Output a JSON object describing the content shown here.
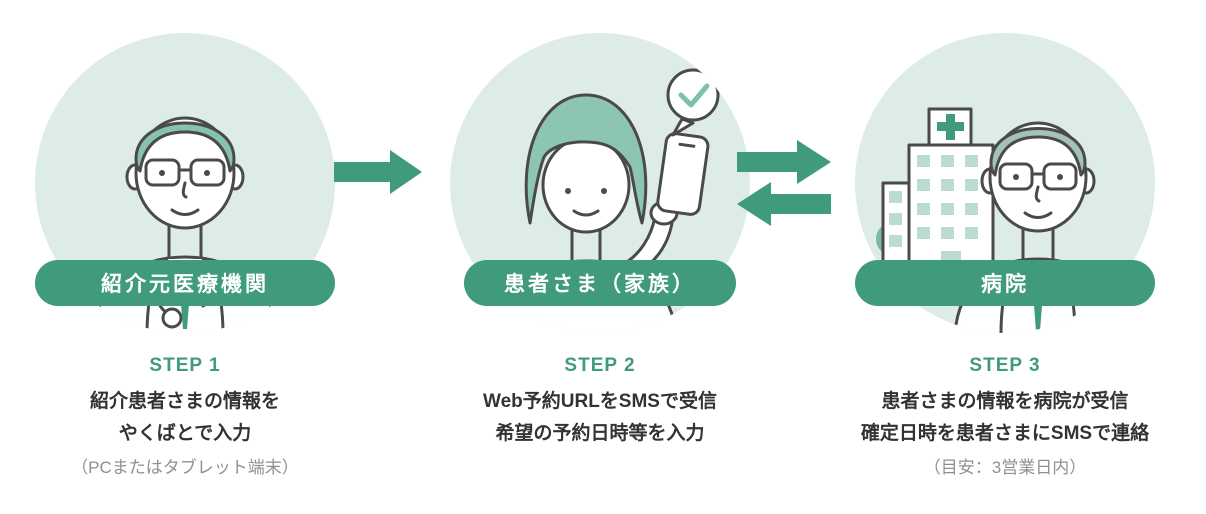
{
  "colors": {
    "accent_green": "#3f9b7c",
    "circle_background": "#ddece6",
    "body_text": "#333333",
    "muted_text": "#909090"
  },
  "steps": [
    {
      "pill": "紹介元医療機関",
      "step": "STEP 1",
      "line1": "紹介患者さまの情報を",
      "line2": "やくばとで入力",
      "note": "（PCまたはタブレット端末）",
      "illustration": "doctor-illustration"
    },
    {
      "pill": "患者さま（家族）",
      "step": "STEP 2",
      "line1": "Web予約URLをSMSで受信",
      "line2": "希望の予約日時等を入力",
      "note": "",
      "illustration": "patient-with-phone-illustration"
    },
    {
      "pill": "病院",
      "step": "STEP 3",
      "line1": "患者さまの情報を病院が受信",
      "line2": "確定日時を患者さまにSMSで連絡",
      "note": "（目安：3営業日内）",
      "illustration": "hospital-doctor-illustration"
    }
  ],
  "arrows": [
    {
      "name": "arrow-step1-to-step2",
      "direction": "right"
    },
    {
      "name": "arrow-step2-to-step3",
      "direction": "right"
    },
    {
      "name": "arrow-step3-to-step2",
      "direction": "left"
    }
  ]
}
